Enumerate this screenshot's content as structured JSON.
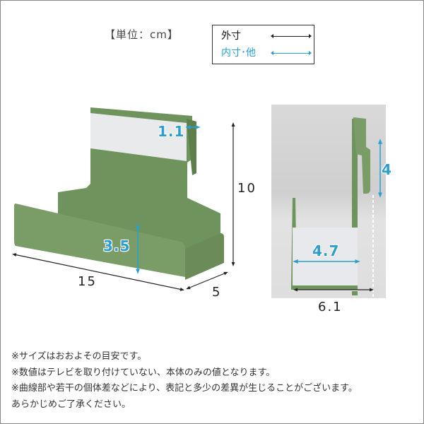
{
  "header": {
    "unit_label": "【単位：cm】",
    "legend": {
      "outer_label": "外寸",
      "inner_label": "内寸･他",
      "outer_color": "#222222",
      "inner_color": "#2a9fd0"
    }
  },
  "diagram_left": {
    "product_color": "#7a9c66",
    "dimensions": {
      "width": "15",
      "depth": "5",
      "height": "10",
      "front_height": "3.5",
      "clip_gap": "1.1"
    }
  },
  "diagram_right": {
    "dimensions": {
      "outer_depth": "6.1",
      "inner_depth": "4.7",
      "clip_length": "4"
    }
  },
  "notes": [
    "※サイズはおおよその目安です。",
    "※数値はテレビを取り付けていない、本体のみの値となります。",
    "※曲線部や若干の個体差などにより、表記と多少の差異が生じることがございます。",
    "あらかじめご了承ください。"
  ]
}
